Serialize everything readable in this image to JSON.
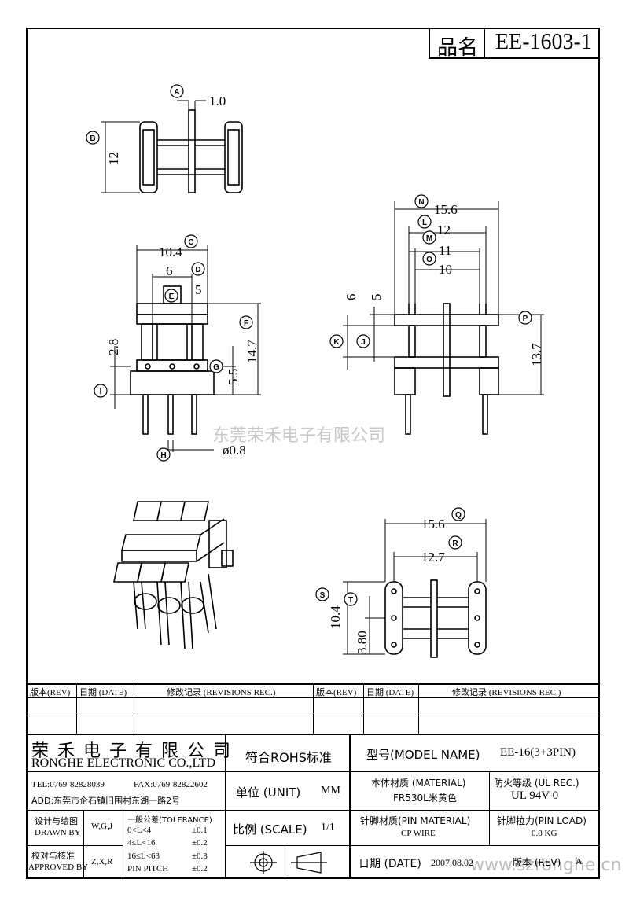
{
  "header": {
    "pin_label": "品名",
    "part_no": "EE-1603-1"
  },
  "dims": {
    "top_view": {
      "A": "1.0",
      "B": "12"
    },
    "front_view": {
      "C": "10.4",
      "D": "6",
      "E": "5",
      "F": "14.7",
      "G": "5.5",
      "H": "ø0.8",
      "I": "2.8"
    },
    "side_view": {
      "N": "15.6",
      "L": "12",
      "M": "11",
      "O": "10",
      "P": "13.7",
      "K": "6",
      "J": "5"
    },
    "bottom_view": {
      "Q": "15.6",
      "R": "12.7",
      "S": "10.4",
      "T": "3.80"
    },
    "circle_letters": [
      "A",
      "B",
      "C",
      "D",
      "E",
      "F",
      "G",
      "H",
      "I",
      "K",
      "J",
      "L",
      "M",
      "N",
      "O",
      "P",
      "Q",
      "R",
      "S",
      "T"
    ]
  },
  "watermarks": {
    "center": "东莞荣禾电子有限公司",
    "bottom_right": "www.szronghe.cn"
  },
  "revisions": {
    "headers": [
      "版本(REV)",
      "日期 (DATE)",
      "修改记录 (REVISIONS REC.)",
      "版本(REV)",
      "日期 (DATE)",
      "修改记录 (REVISIONS REC.)"
    ]
  },
  "title_block": {
    "company_cn": "荣 禾 电 子 有 限 公 司",
    "company_en": "RONGHE ELECTRONIC CO.,LTD",
    "tel": "TEL:0769-82828039",
    "fax": "FAX:0769-82822602",
    "addr": "ADD:东莞市企石镇旧围村东湖一路2号",
    "rohs": "符合ROHS标准",
    "model_label": "型号(MODEL NAME)",
    "model_value": "EE-16(3+3PIN)",
    "unit_label": "单位 (UNIT)",
    "unit_value": "MM",
    "material_label": "本体材质 (MATERIAL)",
    "material_value": "FR530L米黄色",
    "fire_label": "防火等级 (UL REC.)",
    "fire_value": "UL 94V-0",
    "design_label_1": "设计与绘图",
    "design_label_2": "DRAWN BY",
    "design_value": "W,G,J",
    "tol_title": "一般公差(TOLERANCE)",
    "tol_rows": [
      {
        "range": "0<L<4",
        "val": "±0.1"
      },
      {
        "range": "4≤L<16",
        "val": "±0.2"
      },
      {
        "range": "16≤L<63",
        "val": "±0.3"
      },
      {
        "range": "PIN PITCH",
        "val": "±0.2"
      }
    ],
    "scale_label": "比例 (SCALE)",
    "scale_value": "1/1",
    "pin_mat_label": "针脚材质(PIN MATERIAL)",
    "pin_mat_value": "CP WIRE",
    "pin_load_label": "针脚拉力(PIN LOAD)",
    "pin_load_value": "0.8 KG",
    "approve_label_1": "校对与核准",
    "approve_label_2": "APPROVED BY",
    "approve_value": "Z,X,R",
    "date_label": "日期 (DATE)",
    "date_value": "2007.08.02",
    "rev_label": "版本 (REV)",
    "rev_value": "A"
  }
}
